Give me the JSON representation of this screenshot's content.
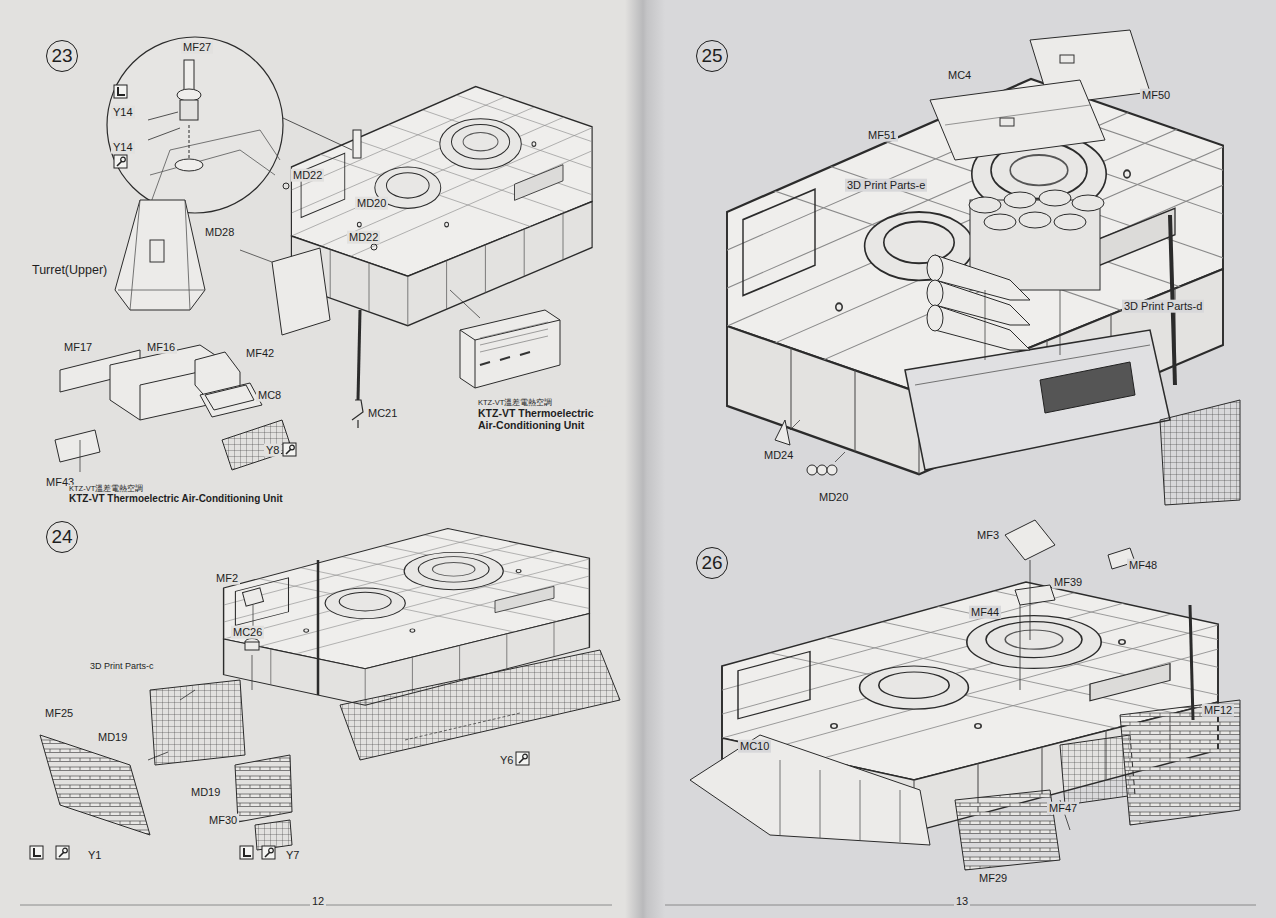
{
  "diagram": {
    "nodes": [
      {
        "text": [
          "23"
        ]
      },
      {
        "text": [
          "24"
        ]
      },
      {
        "text": [
          "25"
        ]
      },
      {
        "text": [
          "26"
        ]
      }
    ],
    "labels": [
      "MF27",
      "Y14",
      "Y14",
      "MD22",
      "MD20",
      "MD22",
      "MD28",
      "Turret(Upper)",
      "MF17",
      "MF16",
      "MF42",
      "MC8",
      "MC21",
      "KTZ-VT溫差電熱空調",
      "KTZ-VT Thermoelectric Air-Conditioning Unit",
      "Y8",
      "MF43",
      "KTZ-VT溫差電熱空調",
      "KTZ-VT Thermoelectric Air-Conditioning Unit",
      "MF2",
      "MC26",
      "3D Print Parts-c",
      "MF25",
      "MD19",
      "Y6",
      "MD19",
      "MF30",
      "Y1",
      "Y7",
      "12",
      "MC4",
      "MF50",
      "MF51",
      "3D Print Parts-e",
      "3D Print Parts-d",
      "MD24",
      "MD20",
      "MF3",
      "MF48",
      "MF39",
      "MF44",
      "MF12",
      "MC10",
      "MF47",
      "MF29",
      "13"
    ]
  }
}
